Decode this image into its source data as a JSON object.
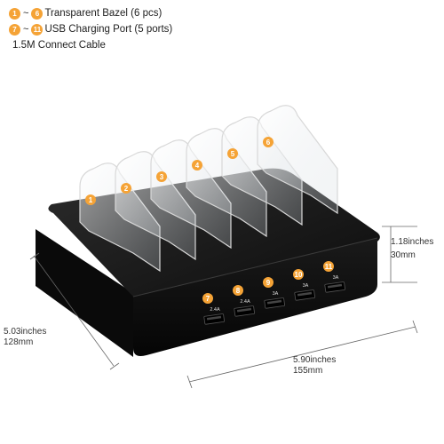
{
  "legend": {
    "bezel": {
      "from": "1",
      "to": "6",
      "text": "Transparent Bazel (6 pcs)"
    },
    "ports": {
      "from": "7",
      "to": "11",
      "text": "USB Charging Port (5 ports)"
    },
    "cable": "1.5M Connect Cable"
  },
  "dimensions": {
    "height_in": "1.18inches",
    "height_mm": "30mm",
    "depth_in": "5.03inches",
    "depth_mm": "128mm",
    "width_in": "5.90inches",
    "width_mm": "155mm"
  },
  "bezels": [
    "1",
    "2",
    "3",
    "4",
    "5",
    "6"
  ],
  "ports": [
    {
      "num": "7",
      "label": "2.4A"
    },
    {
      "num": "8",
      "label": "2.4A"
    },
    {
      "num": "9",
      "label": "3A"
    },
    {
      "num": "10",
      "label": "3A"
    },
    {
      "num": "11",
      "label": "3A"
    }
  ],
  "colors": {
    "badge": "#f5a336",
    "base": "#161616",
    "bezel_edge": "#d8d8d8"
  }
}
